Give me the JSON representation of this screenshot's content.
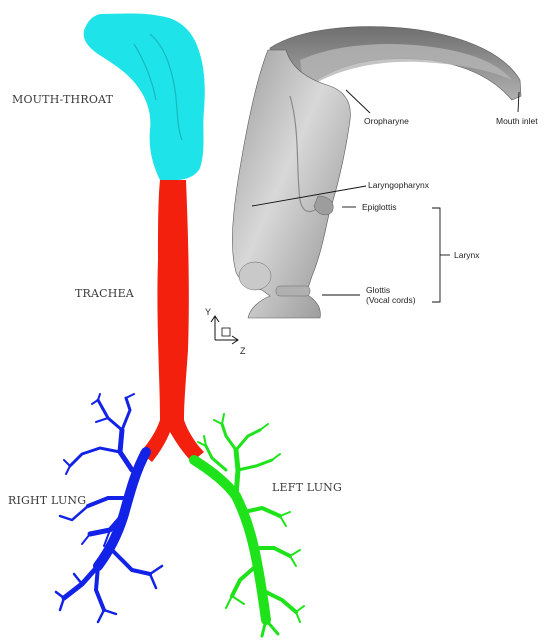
{
  "airway_labels": {
    "mouth_throat": "MOUTH-THROAT",
    "trachea": "TRACHEA",
    "right_lung": "RIGHT LUNG",
    "left_lung": "LEFT LUNG"
  },
  "anatomy_callouts": {
    "oropharyne": "Oropharyne",
    "mouth_inlet": "Mouth inlet",
    "laryngopharynx": "Laryngopharynx",
    "epiglottis": "Epiglottis",
    "larynx": "Larynx",
    "glottis_line1": "Glottis",
    "glottis_line2": "(Vocal cords)"
  },
  "axes": {
    "y": "Y",
    "z": "Z"
  },
  "colors": {
    "mouth_throat": "#1ee3e8",
    "trachea": "#f2200c",
    "right_lung": "#1222e6",
    "left_lung": "#1fe31a",
    "surface": "#cfcfcf",
    "surface_dark": "#7d7d7d"
  }
}
